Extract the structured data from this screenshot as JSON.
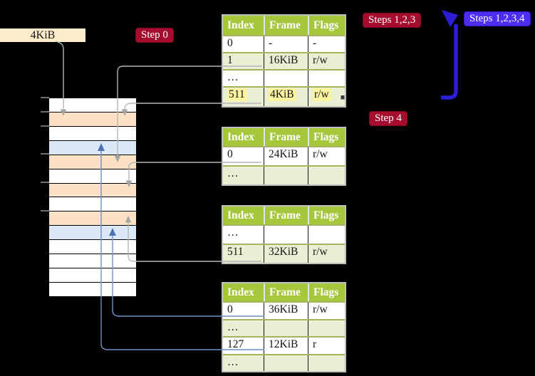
{
  "frame_size_label": "4KiB",
  "badges": {
    "step0": {
      "label": "Step 0",
      "bg": "#a60c2e"
    },
    "steps123": {
      "label": "Steps 1,2,3",
      "bg": "#a60c2e"
    },
    "steps1234": {
      "label": "Steps 1,2,3,4",
      "bg": "#4e2cf0"
    },
    "step4": {
      "label": "Step 4",
      "bg": "#a60c2e"
    }
  },
  "page_tables": [
    {
      "headers": [
        "Index",
        "Frame",
        "Flags"
      ],
      "rows": [
        {
          "cells": [
            "0",
            "-",
            "-"
          ],
          "shade": false
        },
        {
          "cells": [
            "1",
            "16KiB",
            "r/w"
          ],
          "shade": true
        },
        {
          "cells": [
            "…",
            "",
            ""
          ],
          "shade": false
        },
        {
          "cells": [
            "511",
            "4KiB",
            "r/w"
          ],
          "shade": true,
          "highlight": true
        }
      ]
    },
    {
      "headers": [
        "Index",
        "Frame",
        "Flags"
      ],
      "rows": [
        {
          "cells": [
            "0",
            "24KiB",
            "r/w"
          ],
          "shade": false
        },
        {
          "cells": [
            "…",
            "",
            ""
          ],
          "shade": true
        }
      ]
    },
    {
      "headers": [
        "Index",
        "Frame",
        "Flags"
      ],
      "rows": [
        {
          "cells": [
            "…",
            "",
            ""
          ],
          "shade": false
        },
        {
          "cells": [
            "511",
            "32KiB",
            "r/w"
          ],
          "shade": true
        }
      ]
    },
    {
      "headers": [
        "Index",
        "Frame",
        "Flags"
      ],
      "rows": [
        {
          "cells": [
            "0",
            "36KiB",
            "r/w"
          ],
          "shade": false
        },
        {
          "cells": [
            "…",
            "",
            ""
          ],
          "shade": true
        },
        {
          "cells": [
            "127",
            "12KiB",
            "r"
          ],
          "shade": false
        },
        {
          "cells": [
            "…",
            "",
            ""
          ],
          "shade": true
        }
      ]
    }
  ],
  "memory_column": {
    "row_colors": [
      "white",
      "orange",
      "white",
      "blue",
      "orange",
      "white",
      "orange",
      "white",
      "orange",
      "blue",
      "white",
      "white",
      "white",
      "white"
    ]
  },
  "colors": {
    "table_header_green": "#a6c73c",
    "table_row_green": "#e9efd3",
    "highlight_yellow": "#fcf4a0",
    "memory_frame_orange": "#fce1c4",
    "memory_frame_blue": "#dbe8f7",
    "frame_label_bg": "#fbeccb",
    "badge_crimson": "#a60c2e",
    "badge_blue": "#4e2cf0",
    "arrow_gray": "#b6b6b6",
    "arrow_blue_thin": "#6e8fc7",
    "arrow_blue_thick": "#2a1ed6"
  }
}
